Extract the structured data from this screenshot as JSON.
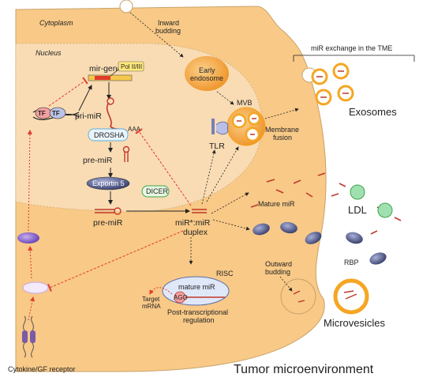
{
  "labels": {
    "cytoplasm": "Cytoplasm",
    "nucleus": "Nucleus",
    "inward_budding": "Inward budding",
    "early_endosome": "Early endosome",
    "mir_exchange": "miR exchange in the TME",
    "mir_gene": "mir-gene",
    "pol": "Pol II/III",
    "tf": "TF",
    "pri_mir": "pri-miR",
    "aaa": "AAA",
    "drosha": "DROSHA",
    "pre_mir_nuc": "pre-miR",
    "exportin": "Exportin 5",
    "pre_mir_cyto": "pre-miR",
    "dicer": "DICER",
    "duplex": "miR*:miR duplex",
    "mvb": "MVB",
    "tlr": "TLR",
    "membrane_fusion": "Membrane fusion",
    "exosomes": "Exosomes",
    "mature_mir": "Mature miR",
    "ldl": "LDL",
    "rbp": "RBP",
    "outward_budding": "Outward budding",
    "risc": "RISC",
    "mature_mir_risc": "mature miR",
    "ago": "AGO",
    "target_mrna": "Target mRNA",
    "ptr": "Post-transcriptional regulation",
    "microvesicles": "Microvesicles",
    "receptor": "Cytokine/GF receptor",
    "tme": "Tumor microenvironment"
  },
  "colors": {
    "cell": "#f8c987",
    "nucleus": "#f9dcb4",
    "endosome": "#f4a949",
    "vesicle_ring": "#f5a623",
    "ldl": "#9fe0b0",
    "rbp": "#555c8a",
    "inhibit": "#e23b2e"
  }
}
